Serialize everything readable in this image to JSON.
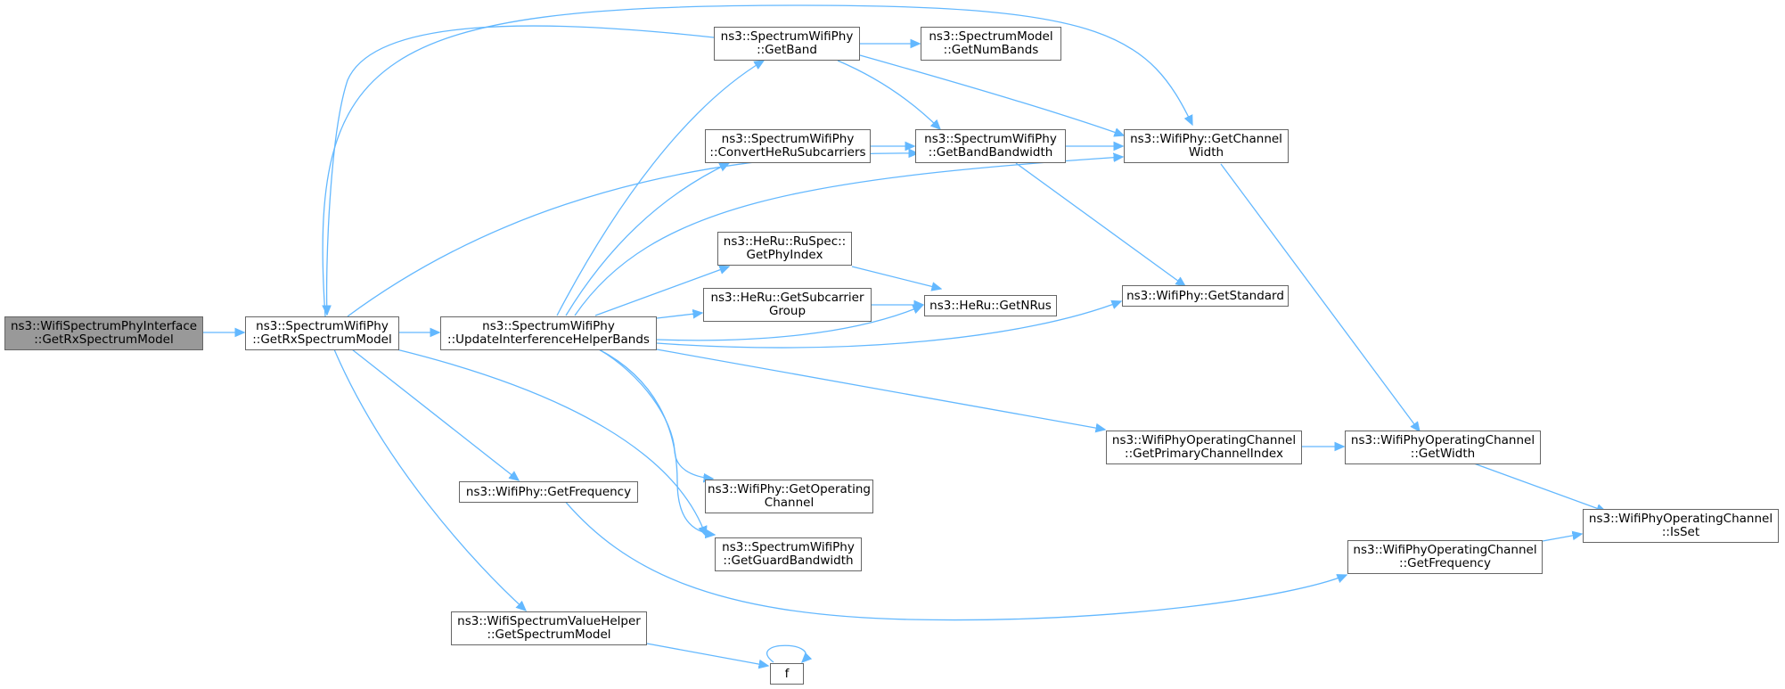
{
  "colors": {
    "edge": "#63b8ff",
    "node_border": "#666666",
    "root_fill": "#999999",
    "node_fill": "#ffffff"
  },
  "nodes": {
    "root": {
      "line1": "ns3::WifiSpectrumPhyInterface",
      "line2": "::GetRxSpectrumModel"
    },
    "getRxSpec": {
      "line1": "ns3::SpectrumWifiPhy",
      "line2": "::GetRxSpectrumModel"
    },
    "updateIH": {
      "line1": "ns3::SpectrumWifiPhy",
      "line2": "::UpdateInterferenceHelperBands"
    },
    "getBand": {
      "line1": "ns3::SpectrumWifiPhy",
      "line2": "::GetBand"
    },
    "getNumBands": {
      "line1": "ns3::SpectrumModel",
      "line2": "::GetNumBands"
    },
    "convertHeRu": {
      "line1": "ns3::SpectrumWifiPhy",
      "line2": "::ConvertHeRuSubcarriers"
    },
    "getBandBw": {
      "line1": "ns3::SpectrumWifiPhy",
      "line2": "::GetBandBandwidth"
    },
    "getChanWidth": {
      "line1": "ns3::WifiPhy::GetChannel",
      "line2": "Width"
    },
    "getPhyIndex": {
      "line1": "ns3::HeRu::RuSpec::",
      "line2": "GetPhyIndex"
    },
    "getSubcGroup": {
      "line1": "ns3::HeRu::GetSubcarrier",
      "line2": "Group"
    },
    "getNRus": {
      "line1": "ns3::HeRu::GetNRus",
      "line2": ""
    },
    "getStandard": {
      "line1": "ns3::WifiPhy::GetStandard",
      "line2": ""
    },
    "primChanIdx": {
      "line1": "ns3::WifiPhyOperatingChannel",
      "line2": "::GetPrimaryChannelIndex"
    },
    "opChanWidth": {
      "line1": "ns3::WifiPhyOperatingChannel",
      "line2": "::GetWidth"
    },
    "isSet": {
      "line1": "ns3::WifiPhyOperatingChannel",
      "line2": "::IsSet"
    },
    "getOpChan": {
      "line1": "ns3::WifiPhy::GetOperating",
      "line2": "Channel"
    },
    "getGuardBw": {
      "line1": "ns3::SpectrumWifiPhy",
      "line2": "::GetGuardBandwidth"
    },
    "getFreq": {
      "line1": "ns3::WifiPhy::GetFrequency",
      "line2": ""
    },
    "opChanFreq": {
      "line1": "ns3::WifiPhyOperatingChannel",
      "line2": "::GetFrequency"
    },
    "getSpecModel": {
      "line1": "ns3::WifiSpectrumValueHelper",
      "line2": "::GetSpectrumModel"
    },
    "f": {
      "line1": "f",
      "line2": ""
    }
  }
}
